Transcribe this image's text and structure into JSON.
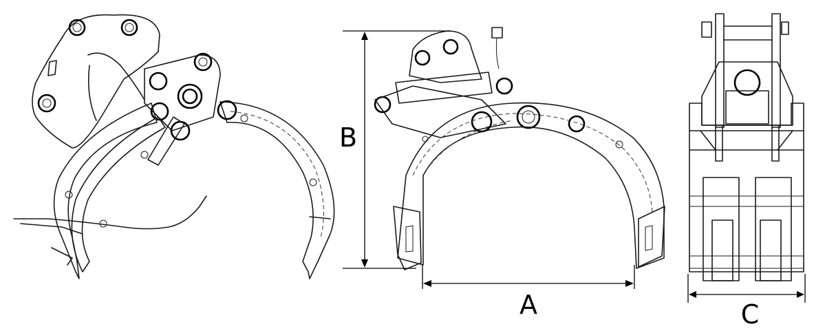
{
  "views": [
    {
      "name": "grapple-perspective-view"
    },
    {
      "name": "grapple-side-view"
    },
    {
      "name": "grapple-front-view"
    }
  ],
  "dimensions": {
    "width_label": "A",
    "height_label": "B",
    "depth_label": "C"
  }
}
